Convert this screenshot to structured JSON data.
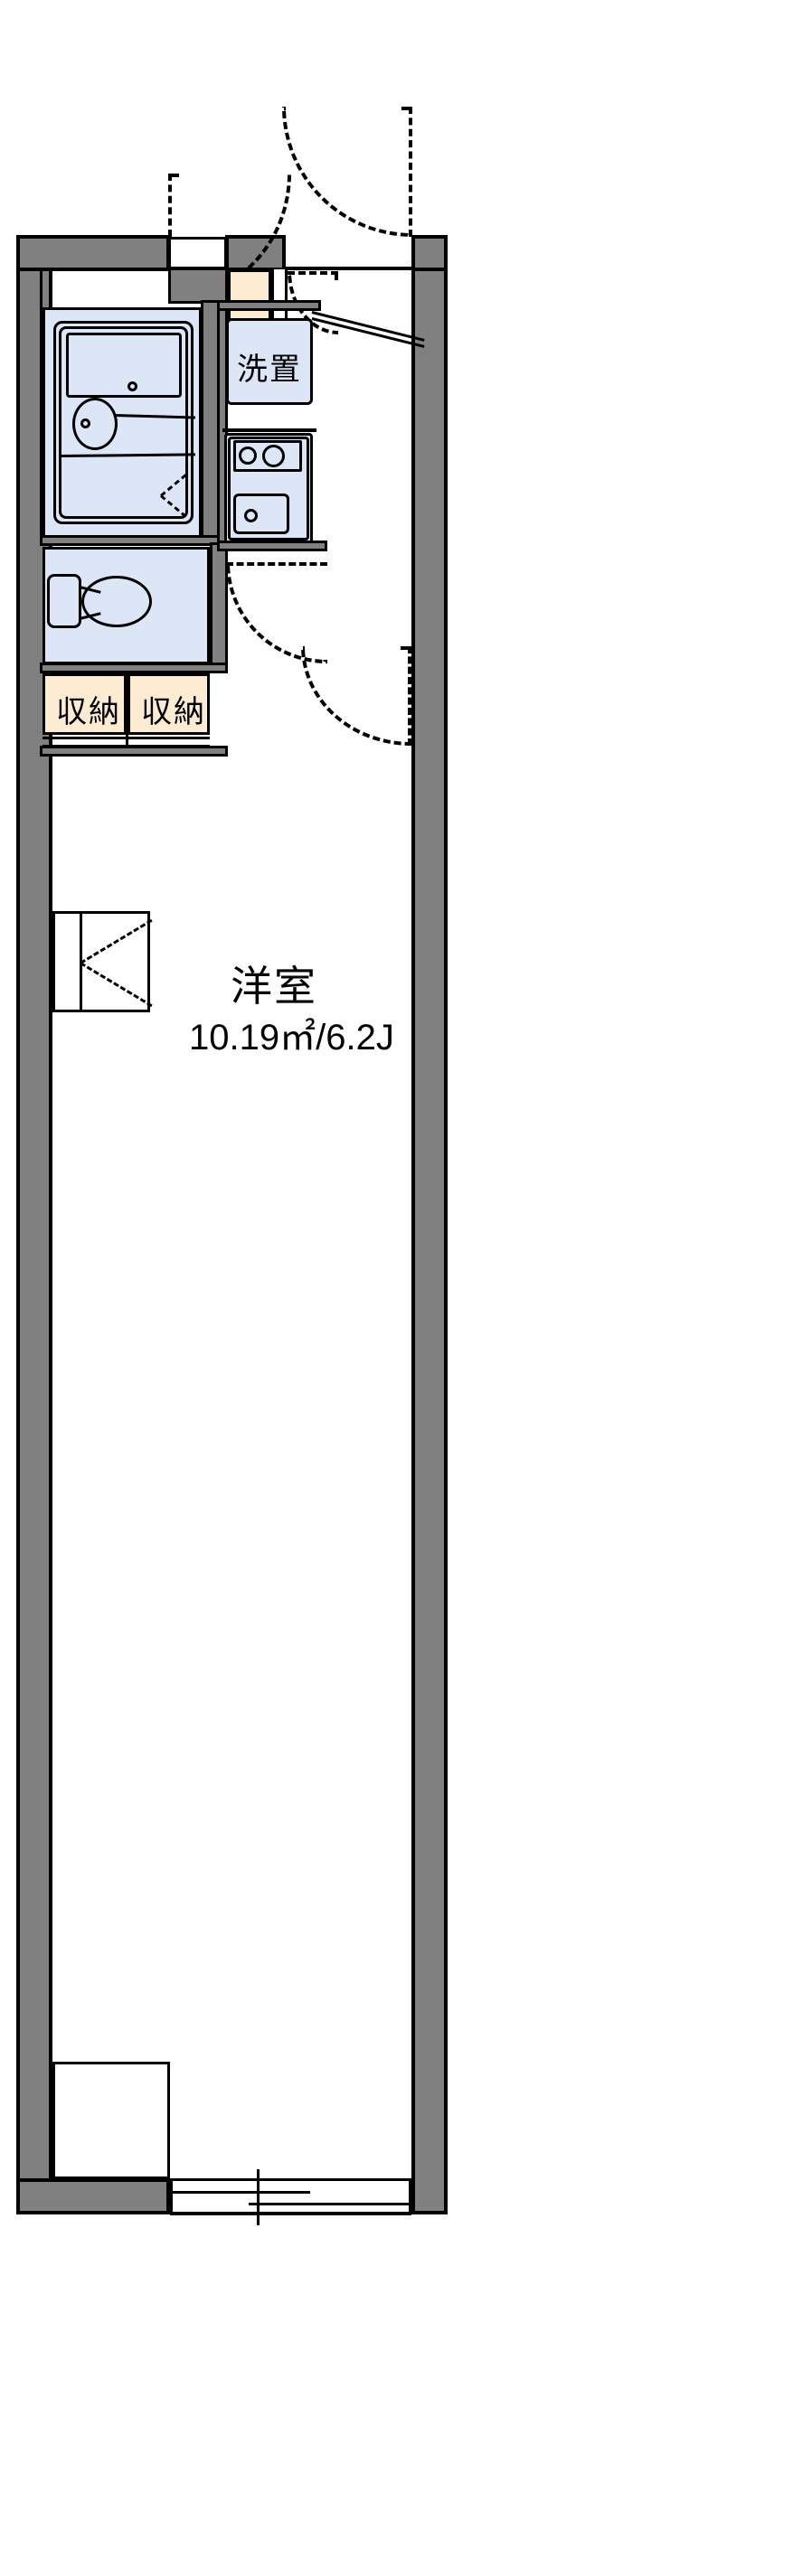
{
  "plan": {
    "title": "Japanese 1K apartment floor plan",
    "rooms": [
      {
        "id": "main-room",
        "name": "洋室",
        "area_text": "10.19㎡/6.2J",
        "area_sqm": 10.19,
        "area_jo": 6.2,
        "fill": "#ffffff"
      },
      {
        "id": "laundry",
        "name": "洗置",
        "area_text": "",
        "fill": "#dce6f7"
      },
      {
        "id": "closet-left",
        "name": "収納",
        "area_text": "",
        "fill": "#fdecd2"
      },
      {
        "id": "closet-right",
        "name": "収納",
        "area_text": "",
        "fill": "#fdecd2"
      },
      {
        "id": "bath",
        "name": "",
        "area_text": "",
        "fill": "#dce6f7"
      },
      {
        "id": "toilet",
        "name": "",
        "area_text": "",
        "fill": "#dce6f7"
      },
      {
        "id": "kitchen",
        "name": "",
        "area_text": "",
        "fill": "#dce6f7"
      },
      {
        "id": "entrance",
        "name": "",
        "area_text": "",
        "fill": "#fdecd2"
      }
    ],
    "labels": {
      "main_room_name": "洋室",
      "main_room_area": "10.19㎡/6.2J",
      "laundry": "洗置",
      "closet_left": "収納",
      "closet_right": "収納"
    },
    "fixtures": [
      {
        "name": "bathtub"
      },
      {
        "name": "bath-sink"
      },
      {
        "name": "toilet"
      },
      {
        "name": "gas-stove-two-burner"
      },
      {
        "name": "kitchen-sink"
      },
      {
        "name": "washing-machine-space"
      },
      {
        "name": "entrance-door"
      },
      {
        "name": "balcony-sliding-door"
      }
    ],
    "colors": {
      "wall": "#808080",
      "outline": "#000000",
      "water_area": "#dce6f7",
      "tatami_storage": "#fdecd2",
      "floor": "#ffffff"
    }
  }
}
